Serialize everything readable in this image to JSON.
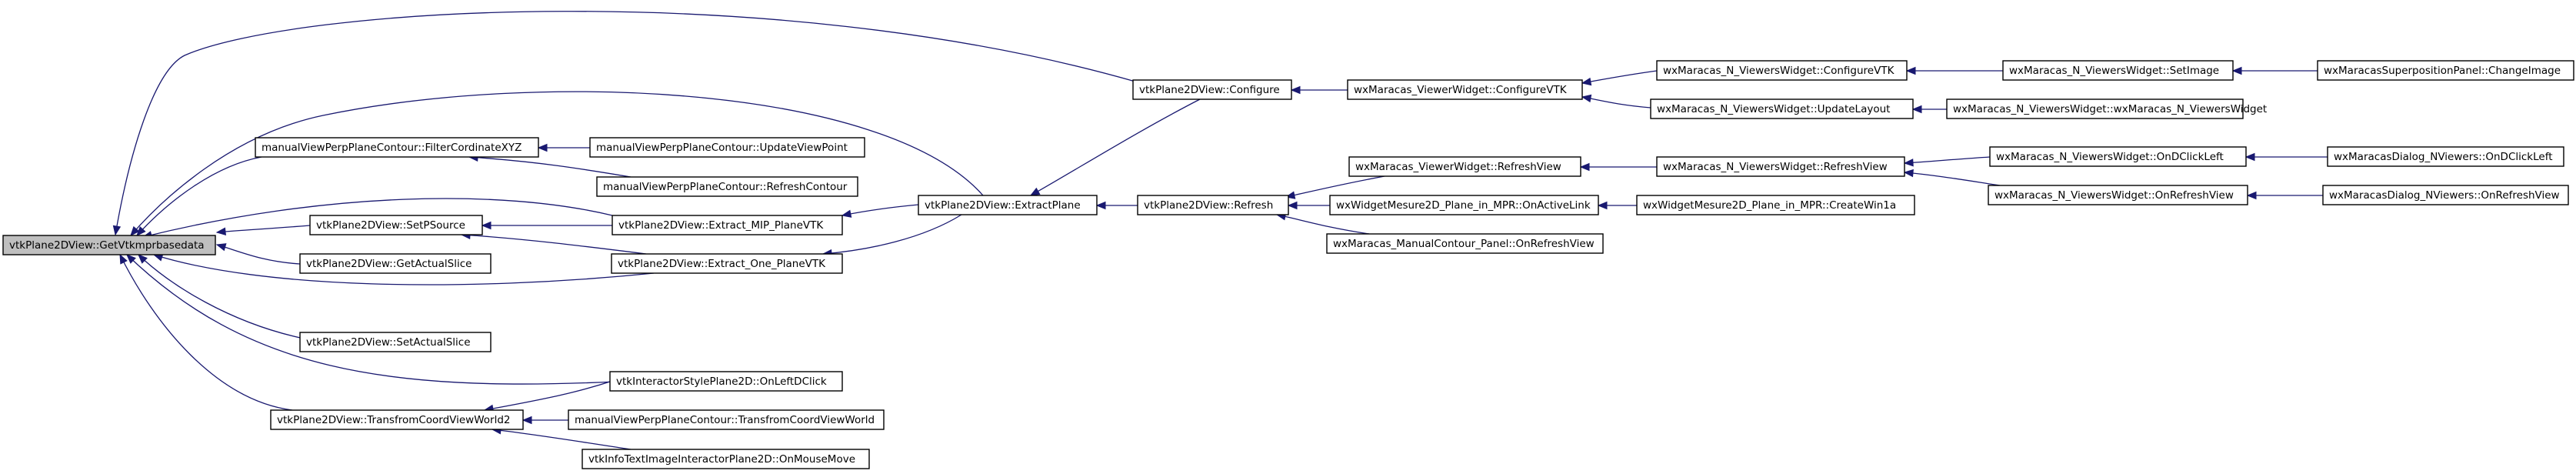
{
  "colors": {
    "edge": "#191970",
    "node_border": "#000000",
    "root_fill": "#bfbfbf",
    "node_fill": "#ffffff"
  },
  "nodes": {
    "root": "vtkPlane2DView::GetVtkmprbasedata",
    "configure": "vtkPlane2DView::Configure",
    "filter_xyz": "manualViewPerpPlaneContour::FilterCordinateXYZ",
    "update_viewpoint": "manualViewPerpPlaneContour::UpdateViewPoint",
    "refresh_contour": "manualViewPerpPlaneContour::RefreshContour",
    "set_psource": "vtkPlane2DView::SetPSource",
    "extract_mip": "vtkPlane2DView::Extract_MIP_PlaneVTK",
    "extract_plane": "vtkPlane2DView::ExtractPlane",
    "extract_one": "vtkPlane2DView::Extract_One_PlaneVTK",
    "get_actual_slice": "vtkPlane2DView::GetActualSlice",
    "set_actual_slice": "vtkPlane2DView::SetActualSlice",
    "on_left_dclick": "vtkInteractorStylePlane2D::OnLeftDClick",
    "transform_cvw2": "vtkPlane2DView::TransfromCoordViewWorld2",
    "manual_transform": "manualViewPerpPlaneContour::TransfromCoordViewWorld",
    "on_mouse_move": "vtkInfoTextImageInteractorPlane2D::OnMouseMove",
    "refresh": "vtkPlane2DView::Refresh",
    "viewer_widget_config": "wxMaracas_ViewerWidget::ConfigureVTK",
    "nviewers_config": "wxMaracas_N_ViewersWidget::ConfigureVTK",
    "nviewers_setimage": "wxMaracas_N_ViewersWidget::SetImage",
    "superposition_change": "wxMaracasSuperpositionPanel::ChangeImage",
    "nviewers_updatelayout": "wxMaracas_N_ViewersWidget::UpdateLayout",
    "nviewers_ctor": "wxMaracas_N_ViewersWidget::wxMaracas_N_ViewersWidget",
    "viewer_widget_refresh": "wxMaracas_ViewerWidget::RefreshView",
    "nviewers_refresh": "wxMaracas_N_ViewersWidget::RefreshView",
    "nviewers_ondclick": "wxMaracas_N_ViewersWidget::OnDClickLeft",
    "dialog_ondclick": "wxMaracasDialog_NViewers::OnDClickLeft",
    "nviewers_onrefresh": "wxMaracas_N_ViewersWidget::OnRefreshView",
    "dialog_onrefresh": "wxMaracasDialog_NViewers::OnRefreshView",
    "mesure_onactivelink": "wxWidgetMesure2D_Plane_in_MPR::OnActiveLink",
    "mesure_createwin": "wxWidgetMesure2D_Plane_in_MPR::CreateWin1a",
    "contour_panel_refresh": "wxMaracas_ManualContour_Panel::OnRefreshView"
  }
}
